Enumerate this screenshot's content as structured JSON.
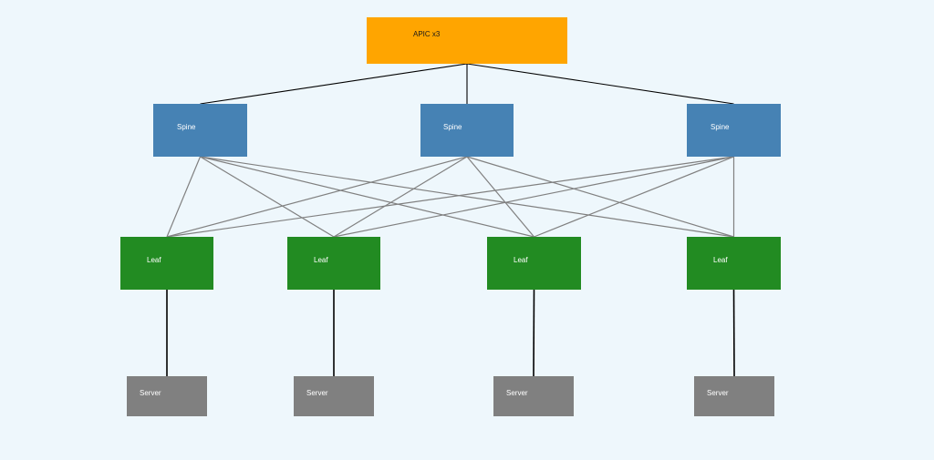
{
  "nodes": {
    "apic": {
      "label": "APIC x3"
    },
    "spines": [
      {
        "label": "Spine"
      },
      {
        "label": "Spine"
      },
      {
        "label": "Spine"
      }
    ],
    "leaves": [
      {
        "label": "Leaf"
      },
      {
        "label": "Leaf"
      },
      {
        "label": "Leaf"
      },
      {
        "label": "Leaf"
      }
    ],
    "servers": [
      {
        "label": "Server"
      },
      {
        "label": "Server"
      },
      {
        "label": "Server"
      },
      {
        "label": "Server"
      }
    ]
  },
  "links": [
    {
      "from": "apic",
      "to": "spine-1",
      "kind": "management"
    },
    {
      "from": "apic",
      "to": "spine-2",
      "kind": "management"
    },
    {
      "from": "apic",
      "to": "spine-3",
      "kind": "management"
    },
    {
      "from": "spine-1",
      "to": "leaf-1",
      "kind": "fabric"
    },
    {
      "from": "spine-1",
      "to": "leaf-2",
      "kind": "fabric"
    },
    {
      "from": "spine-1",
      "to": "leaf-3",
      "kind": "fabric"
    },
    {
      "from": "spine-1",
      "to": "leaf-4",
      "kind": "fabric"
    },
    {
      "from": "spine-2",
      "to": "leaf-1",
      "kind": "fabric"
    },
    {
      "from": "spine-2",
      "to": "leaf-2",
      "kind": "fabric"
    },
    {
      "from": "spine-2",
      "to": "leaf-3",
      "kind": "fabric"
    },
    {
      "from": "spine-2",
      "to": "leaf-4",
      "kind": "fabric"
    },
    {
      "from": "spine-3",
      "to": "leaf-1",
      "kind": "fabric"
    },
    {
      "from": "spine-3",
      "to": "leaf-2",
      "kind": "fabric"
    },
    {
      "from": "spine-3",
      "to": "leaf-3",
      "kind": "fabric"
    },
    {
      "from": "spine-3",
      "to": "leaf-4",
      "kind": "fabric"
    },
    {
      "from": "leaf-1",
      "to": "server-1",
      "kind": "access"
    },
    {
      "from": "leaf-2",
      "to": "server-2",
      "kind": "access"
    },
    {
      "from": "leaf-3",
      "to": "server-3",
      "kind": "access"
    },
    {
      "from": "leaf-4",
      "to": "server-4",
      "kind": "access"
    }
  ],
  "colors": {
    "background": "#eef7fc",
    "apic": "#ffa500",
    "apic_text": "#1a1a1a",
    "spine": "#4682b4",
    "leaf": "#228b22",
    "server": "#808080",
    "node_text": "#ffffff",
    "management_link": "#000000",
    "fabric_link": "#808080",
    "access_link": "#000000"
  }
}
